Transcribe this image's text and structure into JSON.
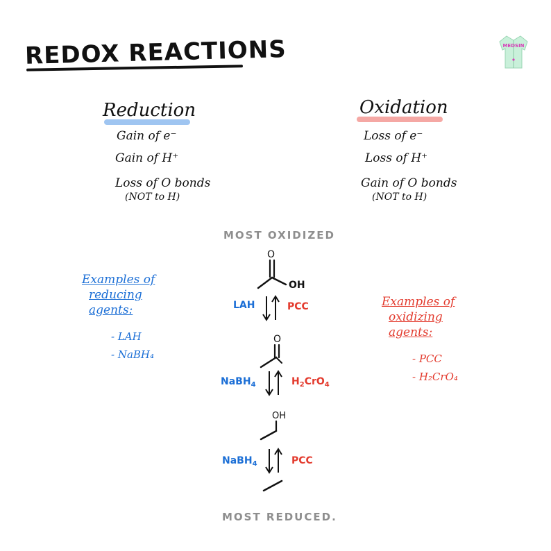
{
  "title": "REDOX REACTIONS",
  "logo": {
    "text": "MEDSIN",
    "icon": "lab-coat-icon",
    "color": "#c9f0da",
    "accent": "#d63fb8"
  },
  "reduction": {
    "heading": "Reduction",
    "highlight_color": "#7fb2ec",
    "lines": [
      "Gain of e⁻",
      "Gain of H⁺",
      "Loss of O bonds"
    ],
    "note": "(NOT to H)"
  },
  "oxidation": {
    "heading": "Oxidation",
    "highlight_color": "#f28b86",
    "lines": [
      "Loss of e⁻",
      "Loss of H⁺",
      "Gain of O bonds"
    ],
    "note": "(NOT to H)"
  },
  "spectrum": {
    "top_label": "MOST OXIDIZED",
    "bottom_label": "MOST REDUCED."
  },
  "molecules": {
    "acid_oh": "OH",
    "alcohol_oh": "OH",
    "aldehyde_o": "O",
    "acid_o": "O"
  },
  "steps": [
    {
      "reducing": "LAH",
      "oxidizing": "PCC"
    },
    {
      "reducing": "NaBH",
      "reducing_sub": "4",
      "oxidizing": "H",
      "oxidizing_sub1": "2",
      "oxidizing_mid": "CrO",
      "oxidizing_sub2": "4"
    },
    {
      "reducing": "NaBH",
      "reducing_sub": "4",
      "oxidizing": "PCC"
    }
  ],
  "reducing_agents": {
    "heading_lines": [
      "Examples of",
      "reducing",
      "agents:"
    ],
    "items": [
      "- LAH",
      "- NaBH₄"
    ],
    "color": "#1c6fd6"
  },
  "oxidizing_agents": {
    "heading_lines": [
      "Examples of",
      "oxidizing",
      "agents:"
    ],
    "items": [
      "- PCC",
      "- H₂CrO₄"
    ],
    "color": "#e33b2e"
  }
}
